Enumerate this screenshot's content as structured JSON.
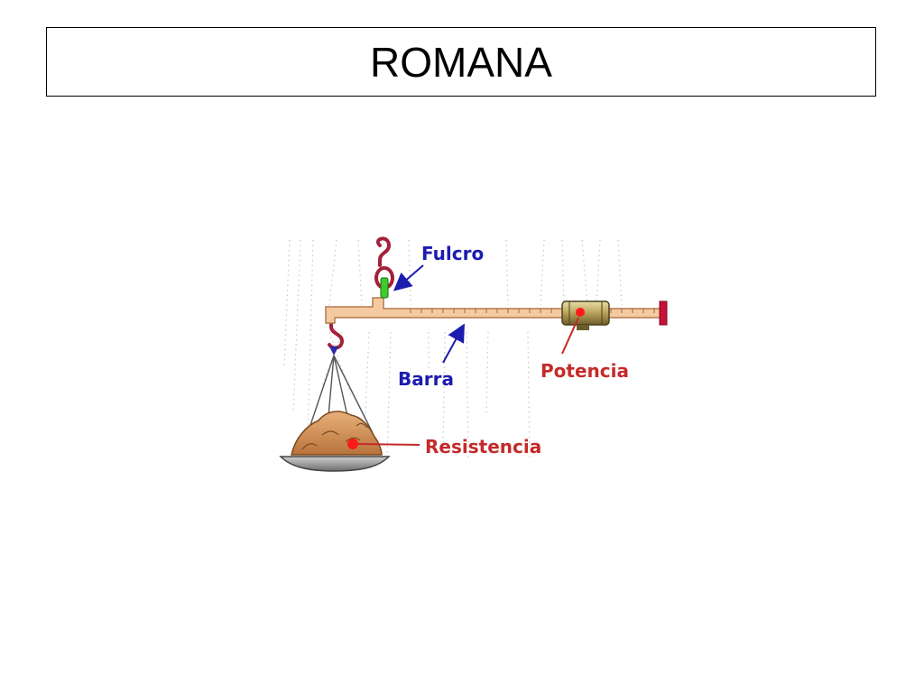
{
  "slide": {
    "title": "ROMANA"
  },
  "diagram": {
    "labels": {
      "fulcrum": "Fulcro",
      "bar": "Barra",
      "power": "Potencia",
      "resistance": "Resistencia"
    },
    "colors": {
      "fulcrum_label": "#1c1cae",
      "bar_label": "#1c1cae",
      "power_label": "#c42a2a",
      "resistance_label": "#c42a2a",
      "hook": "#a3223a",
      "bar": "#f6caa0",
      "load": "#d99a5e",
      "pan": "#8c8c8c"
    }
  }
}
